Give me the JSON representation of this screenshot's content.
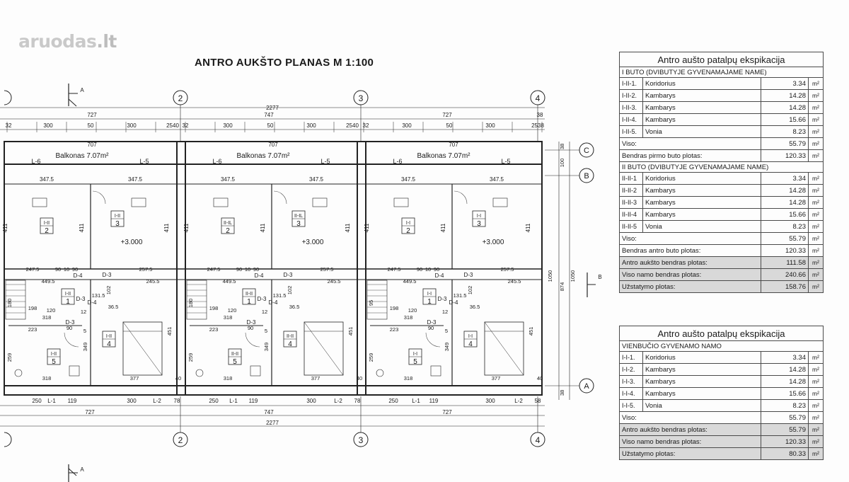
{
  "logo": {
    "text": "aruodas",
    "suffix": ".lt"
  },
  "plan_title": "ANTRO AUKŠTO PLANAS M 1:100",
  "grid_axes": [
    "2",
    "3",
    "4"
  ],
  "grid_rows": [
    "C",
    "B",
    "A"
  ],
  "section_marks": [
    "A",
    "A",
    "B"
  ],
  "top_dims": {
    "total": "2277",
    "segments": [
      "727",
      "747",
      "727",
      "38"
    ],
    "subs": [
      "32",
      "300",
      "50",
      "300",
      "2540",
      "32",
      "300",
      "50",
      "300",
      "2540",
      "32",
      "300",
      "50",
      "300",
      "2538"
    ]
  },
  "bottom_dims": {
    "total": "2277",
    "segments": [
      "727",
      "747",
      "727"
    ],
    "subs": [
      "250",
      "L-1",
      "119",
      "300",
      "L-2",
      "78",
      "250",
      "L-1",
      "119",
      "300",
      "L-2",
      "78",
      "250",
      "L-1",
      "119",
      "300",
      "L-2",
      "58"
    ]
  },
  "right_dims": [
    "38",
    "100",
    "1050",
    "874",
    "1050",
    "38"
  ],
  "units": [
    {
      "balcony": "Balkonas 7.07m²",
      "balcony_dim": "707",
      "windows_top": [
        "L-6",
        "L-5"
      ],
      "room_dims": [
        "347.5",
        "347.5",
        "411",
        "411",
        "411"
      ],
      "rooms": [
        [
          "I-II",
          "2"
        ],
        [
          "I-II",
          "3"
        ],
        [
          "I-II",
          "1"
        ],
        [
          "I-II",
          "4"
        ],
        [
          "I-II",
          "5"
        ]
      ],
      "level": "+3.000",
      "doors": [
        "D-3",
        "D-4",
        "D-4",
        "D-3",
        "D-3"
      ],
      "dims": [
        "247.5",
        "90",
        "10",
        "90",
        "257.5",
        "449.5",
        "131.5",
        "245.5",
        "102",
        "12",
        "36.5",
        "180",
        "198",
        "120",
        "318",
        "223",
        "90",
        "5",
        "259",
        "349",
        "318",
        "377",
        "451",
        "40"
      ]
    },
    {
      "balcony": "Balkonas 7.07m²",
      "balcony_dim": "707",
      "windows_top": [
        "L-6",
        "L-5"
      ],
      "room_dims": [
        "347.5",
        "347.5",
        "411",
        "411",
        "411"
      ],
      "rooms": [
        [
          "II-IL",
          "2"
        ],
        [
          "II-IL",
          "3"
        ],
        [
          "II-II",
          "1"
        ],
        [
          "II-II",
          "4"
        ],
        [
          "II-II",
          "5"
        ]
      ],
      "level": "+3.000",
      "doors": [
        "D-3",
        "D-4",
        "D-4",
        "D-3",
        "D-3"
      ],
      "dims": [
        "247.5",
        "90",
        "10",
        "90",
        "257.5",
        "449.5",
        "131.5",
        "245.5",
        "102",
        "12",
        "36.5",
        "180",
        "198",
        "120",
        "318",
        "223",
        "90",
        "5",
        "259",
        "349",
        "318",
        "377",
        "451",
        "40"
      ]
    },
    {
      "balcony": "Balkonas 7.07m²",
      "balcony_dim": "707",
      "windows_top": [
        "L-6",
        "L-5"
      ],
      "room_dims": [
        "347.5",
        "347.5",
        "411",
        "411",
        "411"
      ],
      "rooms": [
        [
          "I-I",
          "2"
        ],
        [
          "I-I",
          "3"
        ],
        [
          "I-I",
          "1"
        ],
        [
          "I-I",
          "4"
        ],
        [
          "I-I",
          "5"
        ]
      ],
      "level": "+3.000",
      "doors": [
        "D-3",
        "D-4",
        "D-4",
        "D-3",
        "D-3"
      ],
      "dims": [
        "247.5",
        "90",
        "10",
        "90",
        "257.5",
        "449.5",
        "131.5",
        "245.5",
        "102",
        "12",
        "36.5",
        "95",
        "198",
        "120",
        "318",
        "223",
        "90",
        "5",
        "259",
        "349",
        "318",
        "377",
        "451",
        "40"
      ]
    }
  ],
  "table1": {
    "title": "Antro aušto patalpų ekspikacija",
    "sections": [
      {
        "heading": "I BUTO (DVIBUTYJE GYVENAMAJAME NAME)",
        "rows": [
          [
            "I-II-1.",
            "Koridorius",
            "3.34",
            "m²"
          ],
          [
            "I-II-2.",
            "Kambarys",
            "14.28",
            "m²"
          ],
          [
            "I-II-3.",
            "Kambarys",
            "14.28",
            "m²"
          ],
          [
            "I-II-4.",
            "Kambarys",
            "15.66",
            "m²"
          ],
          [
            "I-II-5.",
            "Vonia",
            "8.23",
            "m²"
          ]
        ],
        "totals": [
          [
            "Viso:",
            "55.79",
            "m²"
          ],
          [
            "Bendras pirmo buto plotas:",
            "120.33",
            "m²"
          ]
        ]
      },
      {
        "heading": "II BUTO (DVIBUTYJE GYVENAMAJAME NAME)",
        "rows": [
          [
            "II-II-1",
            "Koridorius",
            "3.34",
            "m²"
          ],
          [
            "II-II-2",
            "Kambarys",
            "14.28",
            "m²"
          ],
          [
            "II-II-3",
            "Kambarys",
            "14.28",
            "m²"
          ],
          [
            "II-II-4",
            "Kambarys",
            "15.66",
            "m²"
          ],
          [
            "II-II-5",
            "Vonia",
            "8.23",
            "m²"
          ]
        ],
        "totals": [
          [
            "Viso:",
            "55.79",
            "m²"
          ],
          [
            "Bendras antro buto plotas:",
            "120.33",
            "m²"
          ]
        ]
      }
    ],
    "summary": [
      [
        "Antro aukšto bendras plotas:",
        "111.58",
        "m²"
      ],
      [
        "Viso namo bendras plotas:",
        "240.66",
        "m²"
      ],
      [
        "Užstatymo plotas:",
        "158.76",
        "m²"
      ]
    ]
  },
  "table2": {
    "title": "Antro aušto patalpų ekspikacija",
    "heading": "VIENBUČIO GYVENAMO NAMO",
    "rows": [
      [
        "I-I-1.",
        "Koridorius",
        "3.34",
        "m²"
      ],
      [
        "I-I-2.",
        "Kambarys",
        "14.28",
        "m²"
      ],
      [
        "I-I-3.",
        "Kambarys",
        "14.28",
        "m²"
      ],
      [
        "I-I-4.",
        "Kambarys",
        "15.66",
        "m²"
      ],
      [
        "I-I-5.",
        "Vonia",
        "8.23",
        "m²"
      ]
    ],
    "totals": [
      [
        "Viso:",
        "55.79",
        "m²"
      ],
      [
        "Antro aukšto bendras plotas:",
        "55.79",
        "m²"
      ],
      [
        "Viso namo bendras plotas:",
        "120.33",
        "m²"
      ],
      [
        "Užstatymo plotas:",
        "80.33",
        "m²"
      ]
    ]
  }
}
